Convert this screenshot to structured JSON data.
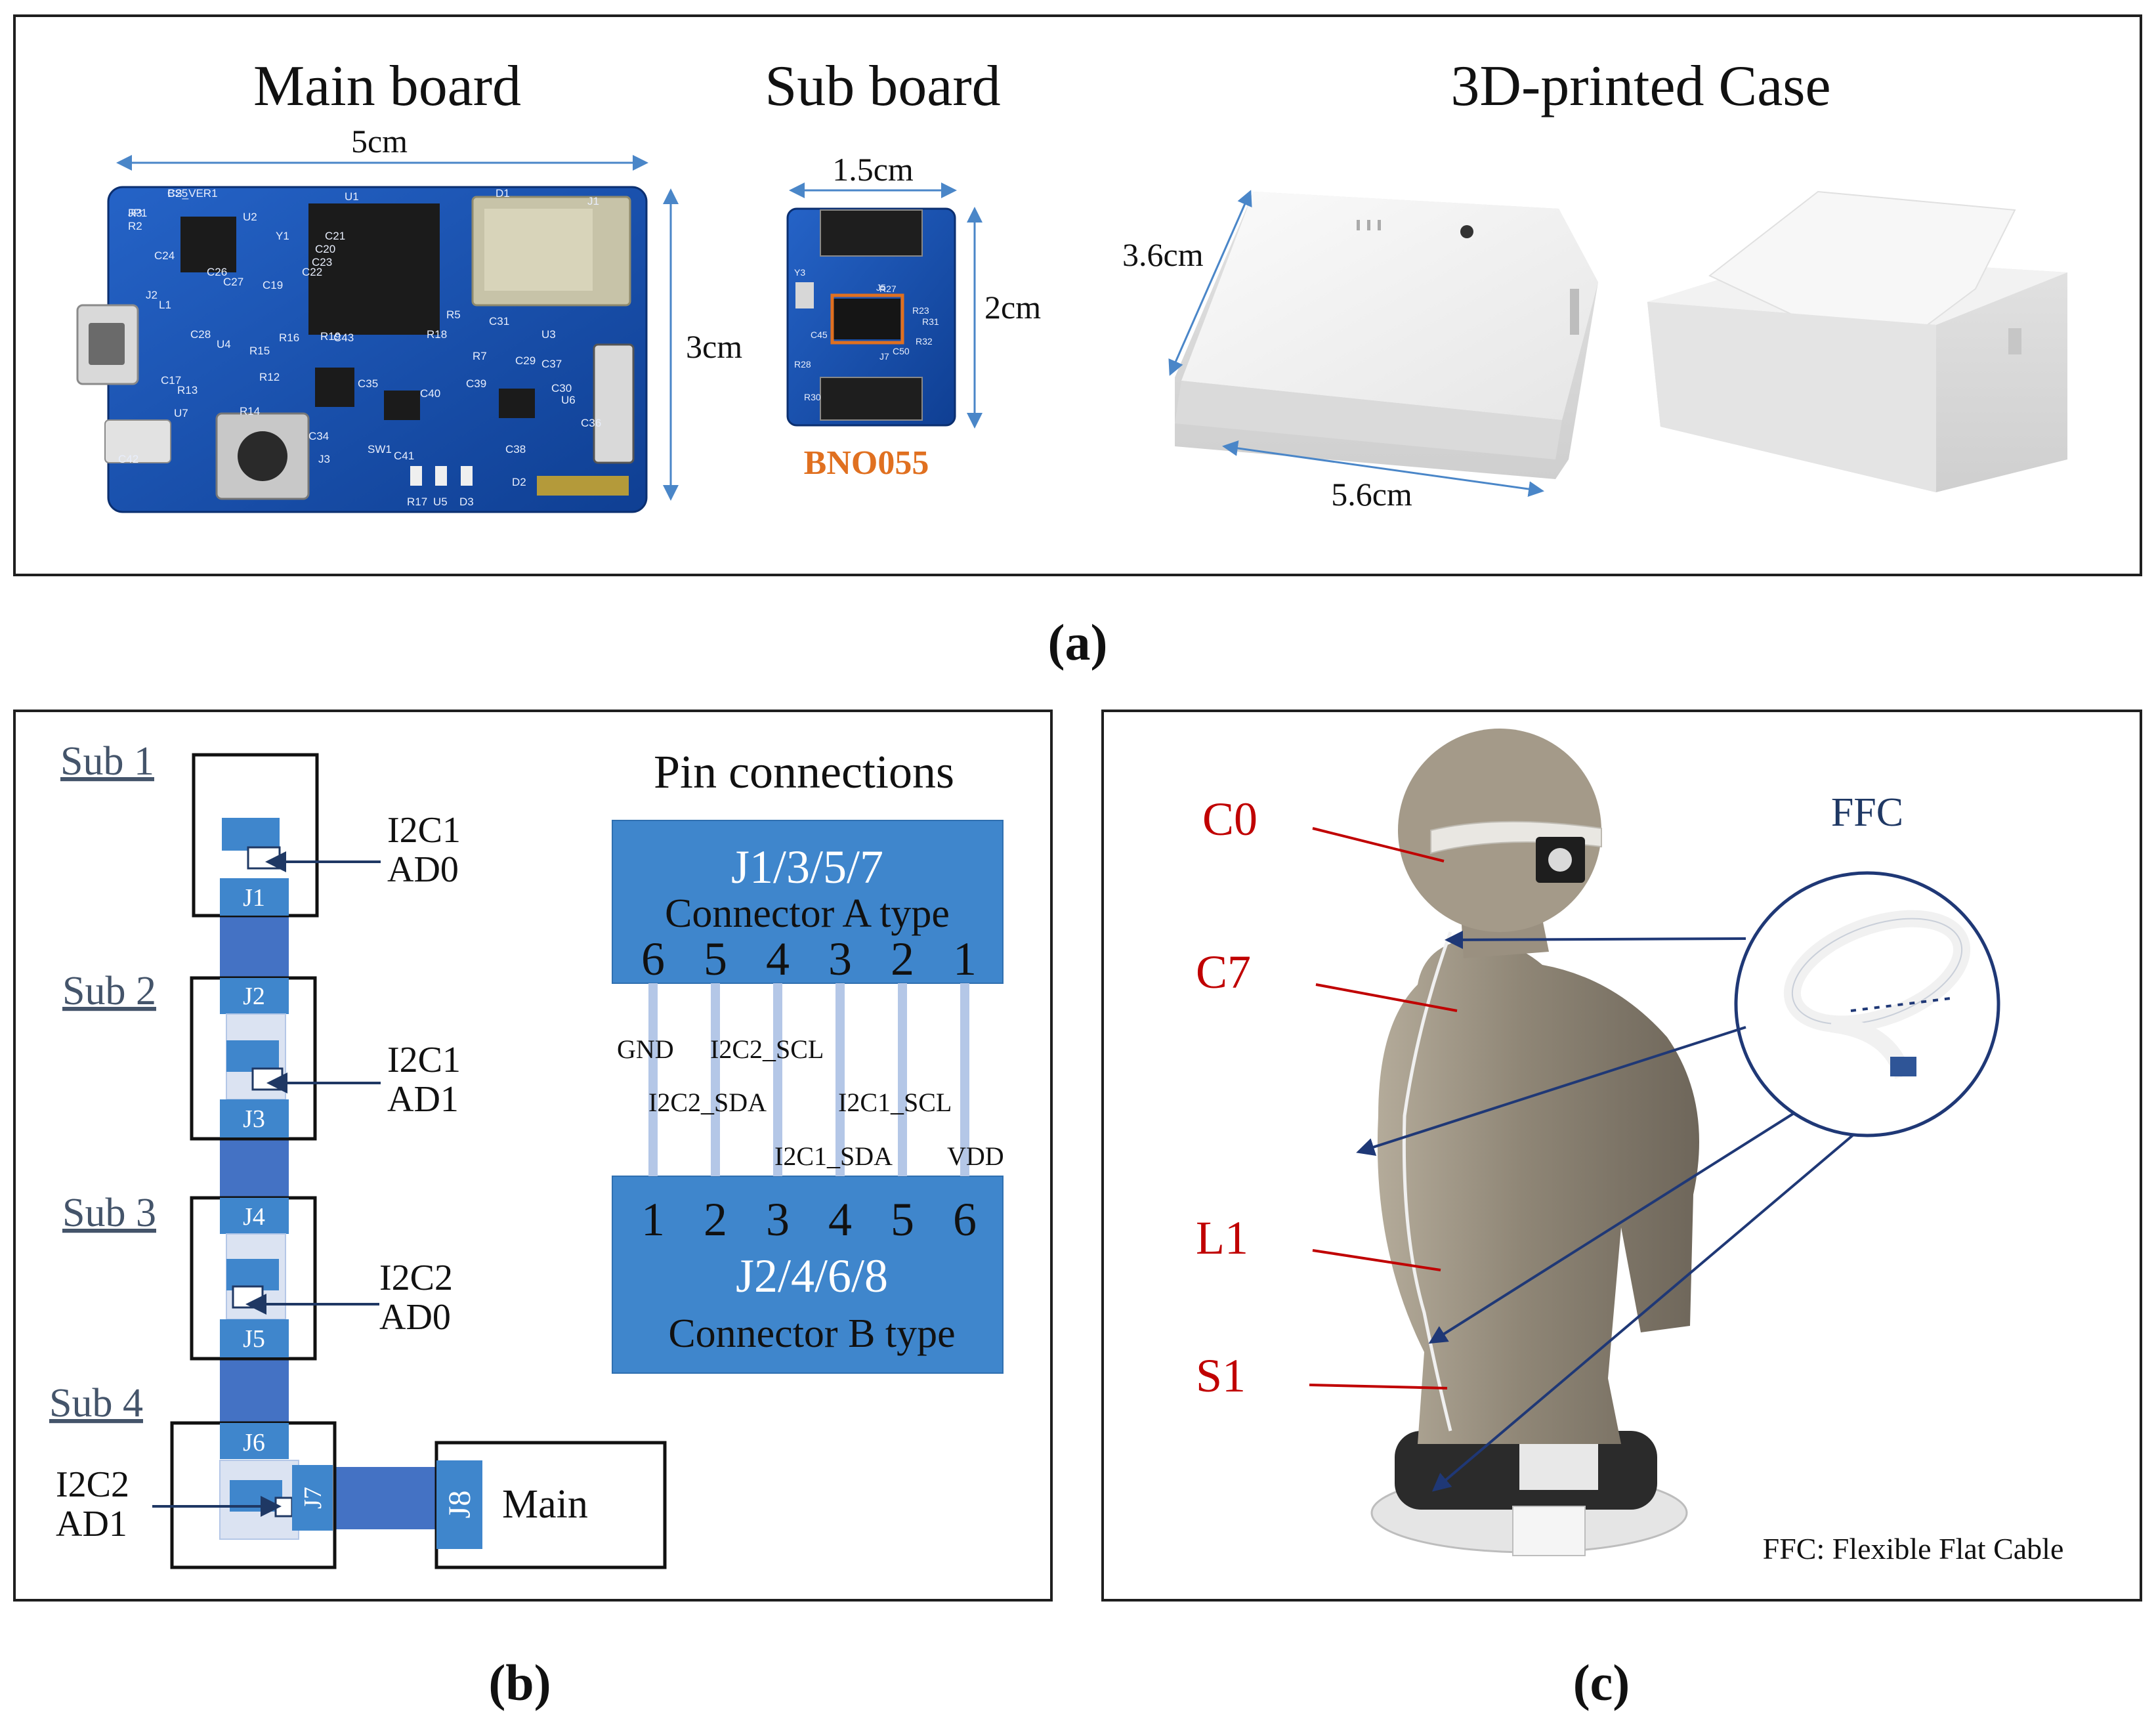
{
  "panel_a": {
    "caption": "(a)",
    "main_board": {
      "title": "Main board",
      "width_label": "5cm",
      "height_label": "3cm",
      "silkscreen": [
        "C25",
        "R3",
        "R2",
        "U2",
        "U1",
        "Y1",
        "C24",
        "C27",
        "C26",
        "C19",
        "C22",
        "C23",
        "C20",
        "C21",
        "J2",
        "L1",
        "C28",
        "U4",
        "R15",
        "R16",
        "R19",
        "C43",
        "R18",
        "C17",
        "R13",
        "R12",
        "R14",
        "C35",
        "C40",
        "U7",
        "C34",
        "J3",
        "C42",
        "C41",
        "SW1",
        "R17",
        "U5",
        "D3",
        "D2",
        "D1",
        "J1",
        "R5",
        "C31",
        "U3",
        "R7",
        "C29",
        "C37",
        "C39",
        "C30",
        "U6",
        "C38",
        "C36",
        "BS_VER1",
        "JP1"
      ],
      "colors": {
        "pcb": "#1a55b8",
        "pcb_dark": "#0f3f93",
        "chip": "#1b1b1b",
        "module": "#c7c3a8",
        "connector": "#dcdcdc"
      }
    },
    "sub_board": {
      "title": "Sub board",
      "width_label": "1.5cm",
      "height_label": "2cm",
      "chip_label": "BNO055",
      "silkscreen": [
        "Y3",
        "C45",
        "R27",
        "R28",
        "J5",
        "J7",
        "R23",
        "R31",
        "R32",
        "R30",
        "C50"
      ],
      "highlight_color": "#e07020"
    },
    "case": {
      "title": "3D-printed Case",
      "height_label": "3.6cm",
      "width_label": "5.6cm"
    }
  },
  "panel_b": {
    "caption": "(b)",
    "subs": [
      {
        "label": "Sub 1",
        "bus": "I2C1",
        "addr": "AD0",
        "connectors": [
          "J1"
        ]
      },
      {
        "label": "Sub 2",
        "bus": "I2C1",
        "addr": "AD1",
        "connectors": [
          "J2",
          "J3"
        ]
      },
      {
        "label": "Sub 3",
        "bus": "I2C2",
        "addr": "AD0",
        "connectors": [
          "J4",
          "J5"
        ]
      },
      {
        "label": "Sub 4",
        "bus": "I2C2",
        "addr": "AD1",
        "connectors": [
          "J6",
          "J7"
        ]
      }
    ],
    "main": {
      "label": "Main",
      "connector": "J8"
    },
    "pins": {
      "title": "Pin connections",
      "connector_a": {
        "name": "J1/3/5/7",
        "type": "Connector  A type",
        "pins": [
          "6",
          "5",
          "4",
          "3",
          "2",
          "1"
        ]
      },
      "connector_b": {
        "name": "J2/4/6/8",
        "type": "Connector  B type",
        "pins": [
          "1",
          "2",
          "3",
          "4",
          "5",
          "6"
        ]
      },
      "signals": {
        "gnd": "GND",
        "i2c2_scl": "I2C2_SCL",
        "i2c2_sda": "I2C2_SDA",
        "i2c1_scl": "I2C1_SCL",
        "i2c1_sda": "I2C1_SDA",
        "vdd": "VDD"
      }
    },
    "colors": {
      "block": "#3f86cc",
      "cable": "#4472c4",
      "light": "#dbe3f2",
      "pinline": "#b4c7e7",
      "arrow": "#1f3864",
      "label_link": "#44546a"
    }
  },
  "panel_c": {
    "caption": "(c)",
    "markers": [
      "C0",
      "C7",
      "L1",
      "S1"
    ],
    "ffc_label": "FFC",
    "footnote": "FFC: Flexible Flat Cable",
    "colors": {
      "marker": "#c00000",
      "ffc": "#1f3864",
      "arrow": "#1f3876"
    }
  }
}
